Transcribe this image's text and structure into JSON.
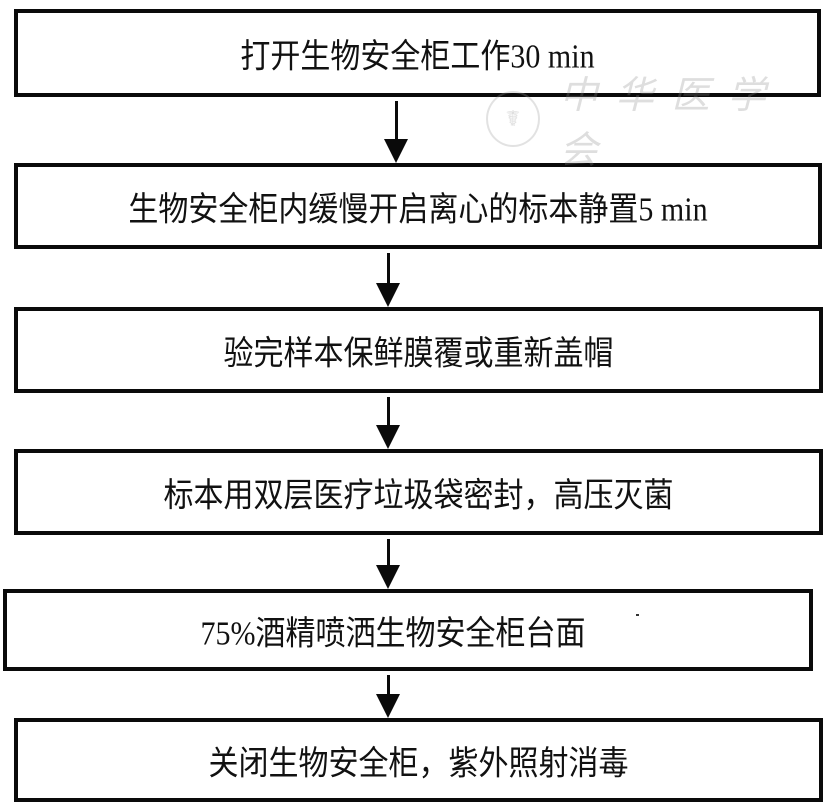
{
  "flowchart": {
    "steps": [
      {
        "label": "打开生物安全柜工作30 min"
      },
      {
        "label": "生物安全柜内缓慢开启离心的标本静置5 min"
      },
      {
        "label": "验完样本保鲜膜覆或重新盖帽"
      },
      {
        "label": "标本用双层医疗垃圾袋密封，高压灭菌"
      },
      {
        "label": "75%酒精喷洒生物安全柜台面"
      },
      {
        "label": "关闭生物安全柜，紫外照射消毒"
      }
    ],
    "connectors": [
      "arrow-down",
      "arrow-down",
      "arrow-down",
      "arrow-down",
      "arrow-down"
    ]
  },
  "watermark": {
    "seal_icon": "society-seal-icon",
    "text": "中华医学会"
  },
  "colors": {
    "border": "#0a0a0a",
    "background": "#ffffff",
    "text": "#111111"
  }
}
